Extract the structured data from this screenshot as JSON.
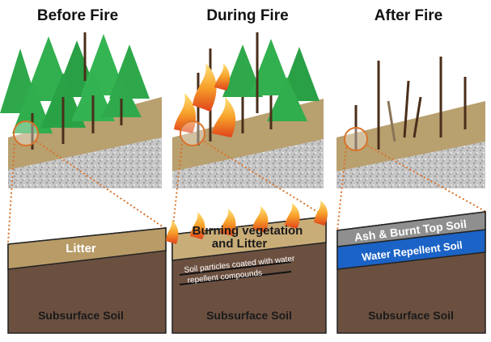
{
  "panels": [
    {
      "title": "Before Fire",
      "layers": [
        "Litter"
      ],
      "bottom": "Subsurface Soil"
    },
    {
      "title": "During Fire",
      "layers": [
        "Burning vegetation",
        "and Litter",
        "Soil particles coated with water",
        "repellent compounds"
      ],
      "bottom": "Subsurface Soil"
    },
    {
      "title": "After Fire",
      "layers": [
        "Ash & Burnt Top Soil",
        "Water Repellent Soil"
      ],
      "bottom": "Subsurface Soil"
    }
  ],
  "colors": {
    "tree_green": "#2ea84a",
    "trunk": "#4a2e1a",
    "litter": "#c2a56f",
    "topsoil": "#b59b6a",
    "subsoil": "#6b5040",
    "gravel": "#b9b9b9",
    "ash": "#8f8f8f",
    "water_repellent": "#1b63c6",
    "flame": "#f39a1f",
    "connector": "#d9732b"
  },
  "icons": [
    "tree-icon",
    "flame-icon",
    "magnifier-circle-icon"
  ]
}
